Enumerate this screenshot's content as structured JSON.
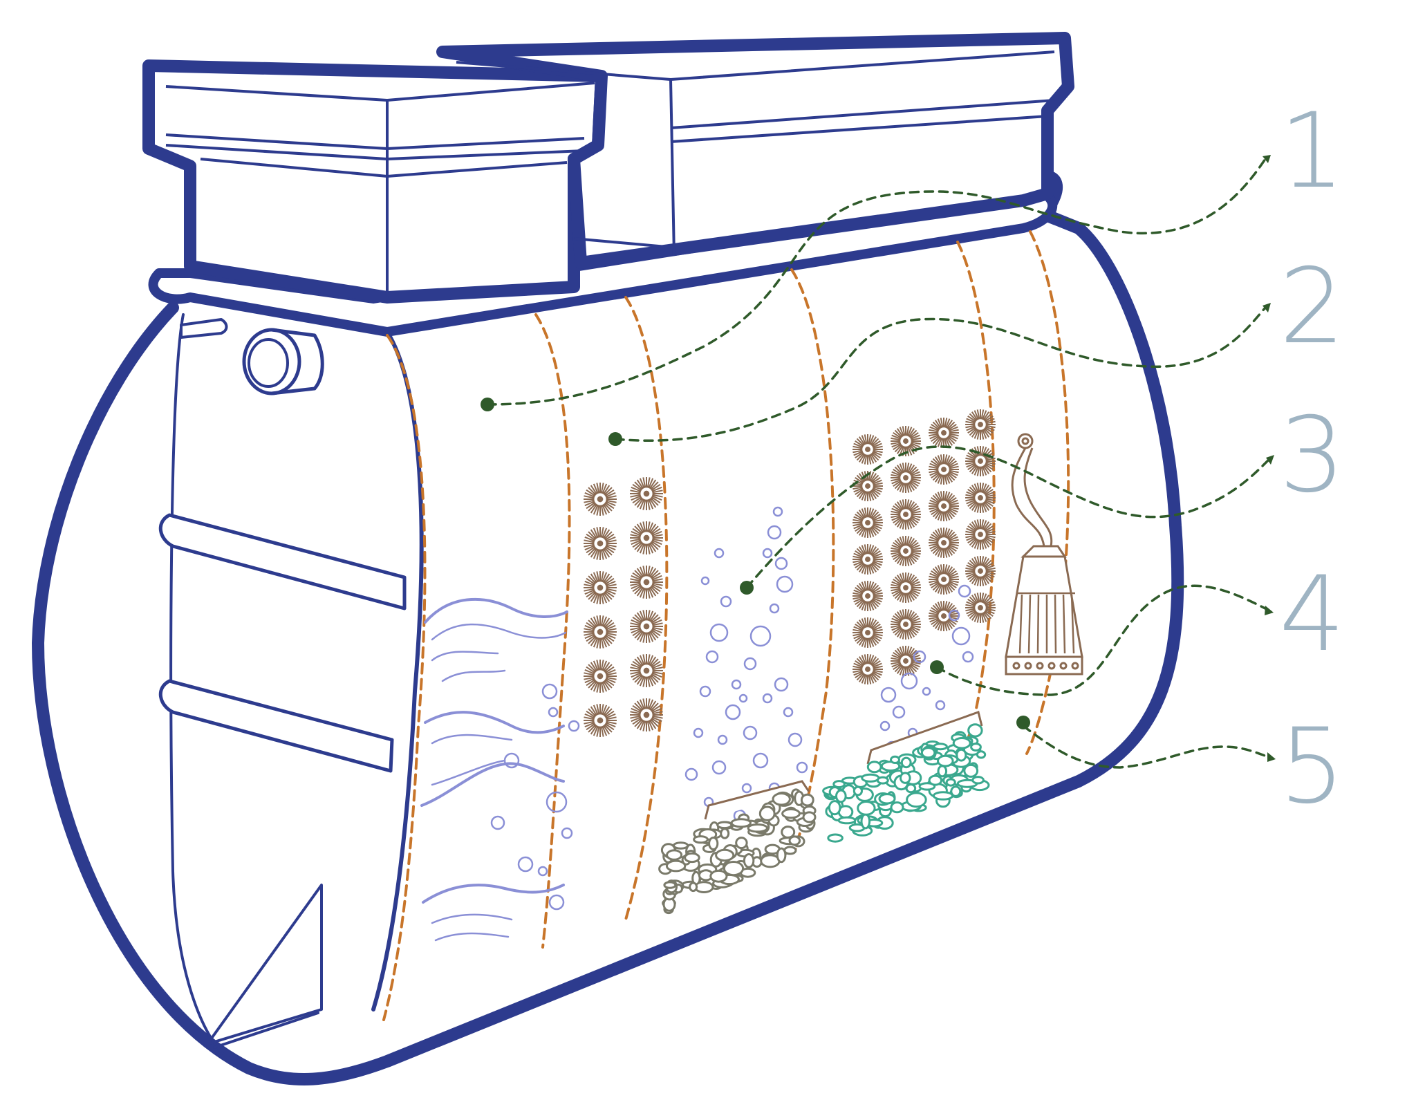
{
  "diagram": {
    "callouts": [
      {
        "id": "1",
        "label": "1"
      },
      {
        "id": "2",
        "label": "2"
      },
      {
        "id": "3",
        "label": "3"
      },
      {
        "id": "4",
        "label": "4"
      },
      {
        "id": "5",
        "label": "5"
      }
    ]
  },
  "colors": {
    "tank_outline": "#2d3b8e",
    "partition_dash": "#c8752a",
    "leader_line": "#2f5a2a",
    "callout_text": "#9fb4c3",
    "brush_media": "#8a6a52",
    "bubbles": "#8a8fd6",
    "gravel": "#7a7a6a",
    "zeolite": "#3aa88e"
  }
}
